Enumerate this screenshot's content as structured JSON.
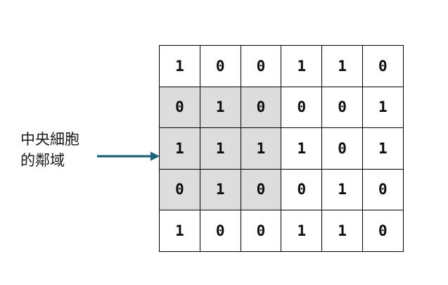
{
  "diagram": {
    "background_color": "#ffffff",
    "annotation": {
      "text_lines": [
        "中央細胞",
        "的鄰域"
      ],
      "full_text": "中央細胞的鄰域",
      "text_color": "#1a1a1a",
      "arrow": {
        "icon": "arrow-right-icon",
        "color": "#1f6379",
        "direction": "right"
      }
    },
    "grid": {
      "rows": 5,
      "columns": 6,
      "border_color": "#000000",
      "cell_background": "#ffffff",
      "highlight_background": "#dcdcdc",
      "digit_color": "#0d0d0d",
      "highlight_region": {
        "row_start": 1,
        "row_end": 3,
        "col_start": 0,
        "col_end": 2,
        "description": "3x3 neighborhood of central cell"
      },
      "values": [
        [
          "1",
          "0",
          "0",
          "1",
          "1",
          "0"
        ],
        [
          "0",
          "1",
          "0",
          "0",
          "0",
          "1"
        ],
        [
          "1",
          "1",
          "1",
          "1",
          "0",
          "1"
        ],
        [
          "0",
          "1",
          "0",
          "0",
          "1",
          "0"
        ],
        [
          "1",
          "0",
          "0",
          "1",
          "1",
          "0"
        ]
      ],
      "shaded": [
        [
          false,
          false,
          false,
          false,
          false,
          false
        ],
        [
          true,
          true,
          true,
          false,
          false,
          false
        ],
        [
          true,
          true,
          true,
          false,
          false,
          false
        ],
        [
          true,
          true,
          true,
          false,
          false,
          false
        ],
        [
          false,
          false,
          false,
          false,
          false,
          false
        ]
      ]
    }
  }
}
